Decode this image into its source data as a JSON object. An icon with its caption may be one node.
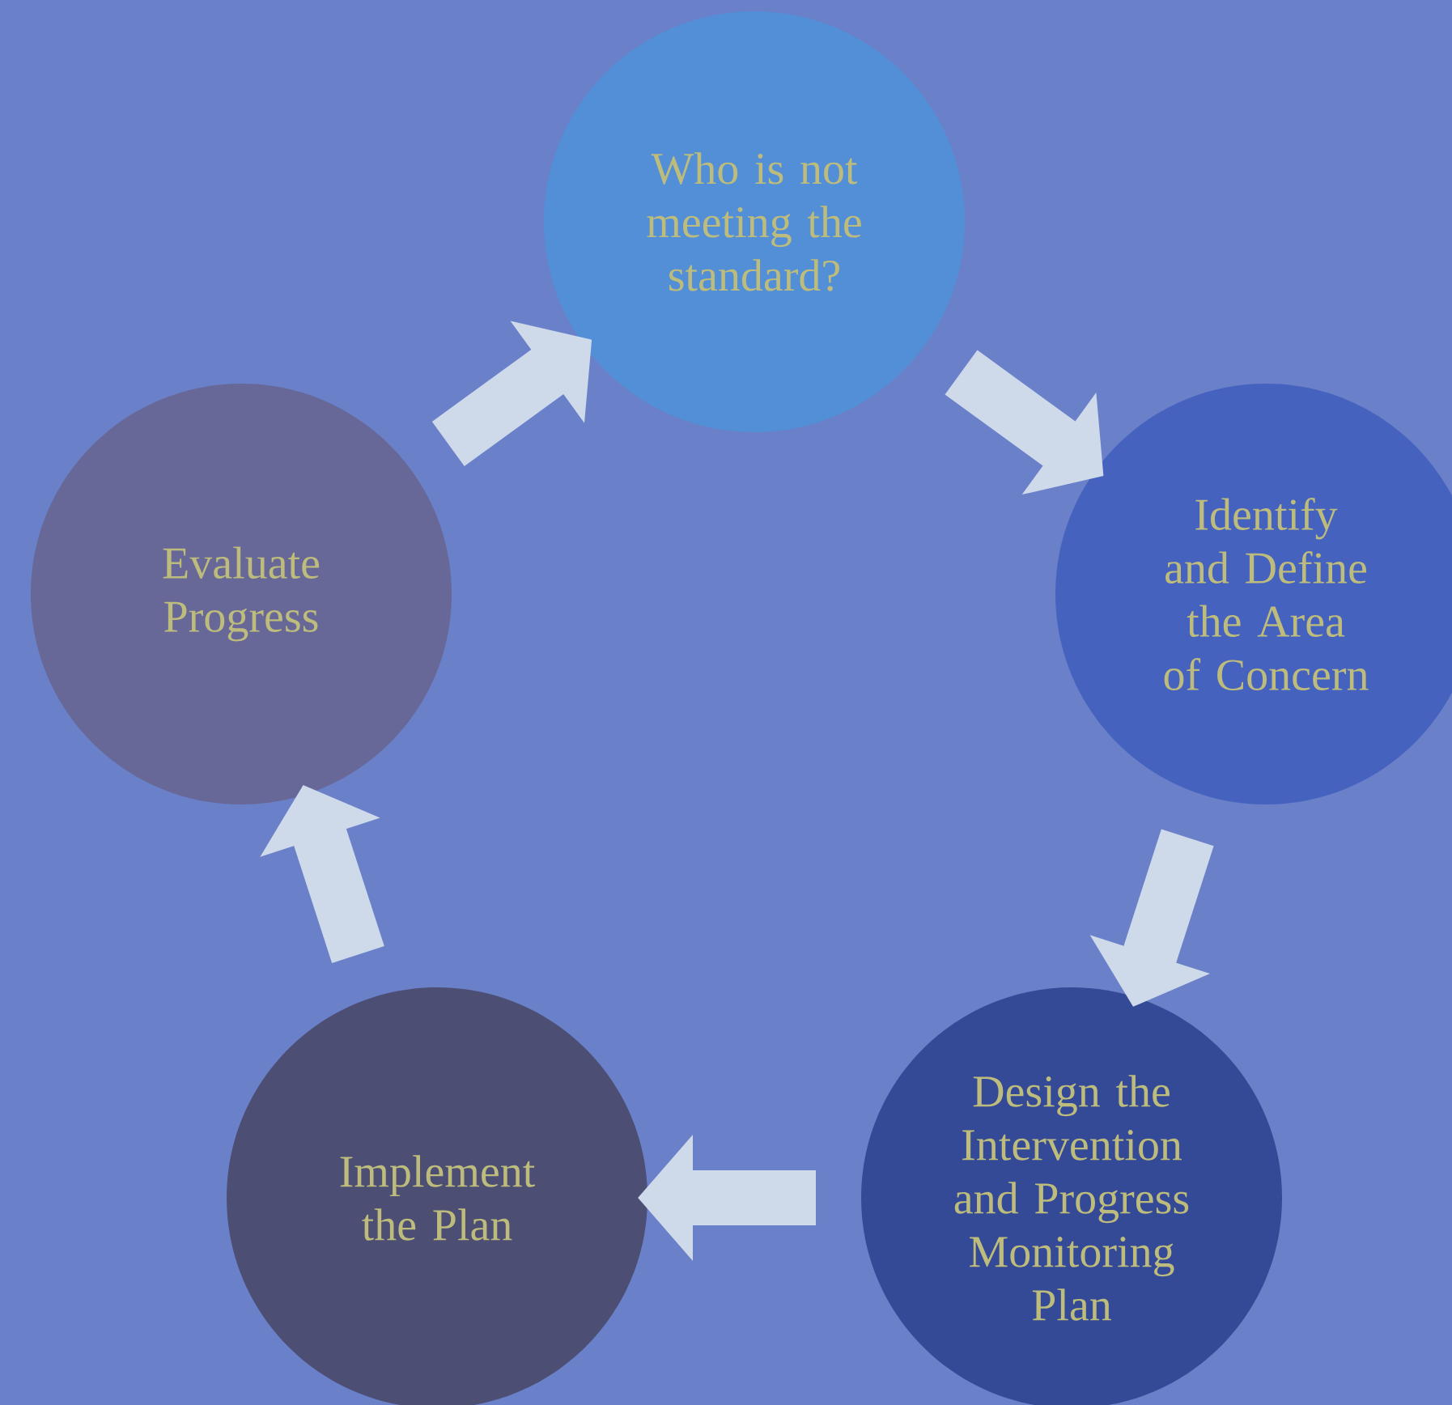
{
  "diagram": {
    "nodes": [
      {
        "text": [
          "Who is not meeting the standard?"
        ]
      },
      {
        "text": [
          "Identify and Define the Area of Concern"
        ]
      },
      {
        "text": [
          "Design the Intervention and Progress Monitoring Plan"
        ]
      },
      {
        "text": [
          "Implement the Plan"
        ]
      },
      {
        "text": [
          "Evaluate Progress"
        ]
      }
    ],
    "edges": [
      {
        "from": 0,
        "to": 1,
        "arrow": "to"
      },
      {
        "from": 1,
        "to": 2,
        "arrow": "to"
      },
      {
        "from": 2,
        "to": 3,
        "arrow": "to"
      },
      {
        "from": 3,
        "to": 4,
        "arrow": "to"
      },
      {
        "from": 4,
        "to": 0,
        "arrow": "to"
      }
    ]
  }
}
